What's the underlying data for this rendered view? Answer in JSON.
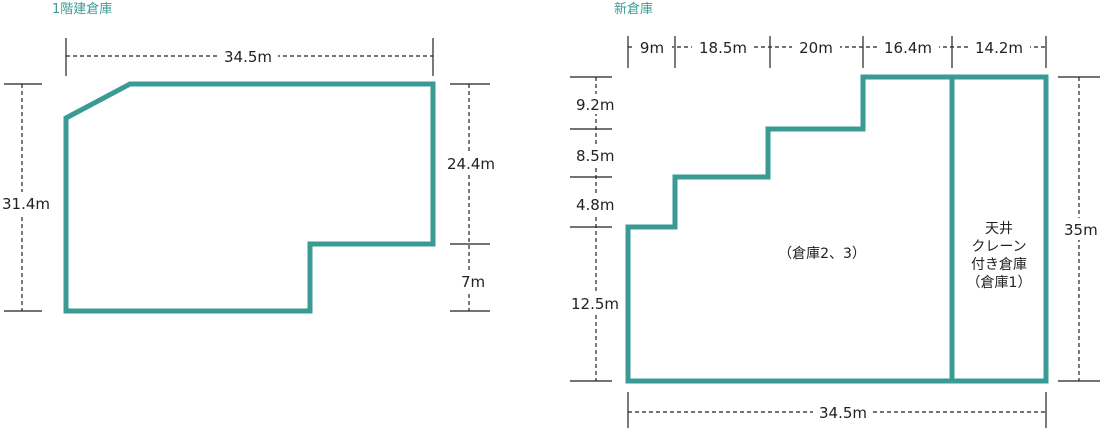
{
  "warehouse1": {
    "title": "1階建倉庫",
    "dims": {
      "width_top": "34.5m",
      "height_left": "31.4m",
      "right_upper": "24.4m",
      "right_lower": "7m"
    }
  },
  "warehouse2": {
    "title": "新倉庫",
    "dims": {
      "top_segments": [
        "9m",
        "18.5m",
        "20m",
        "16.4m",
        "14.2m"
      ],
      "left_segments": [
        "9.2m",
        "8.5m",
        "4.8m",
        "12.5m"
      ],
      "right_height": "35m",
      "bottom_width": "34.5m"
    },
    "rooms": {
      "main": "（倉庫2、3）",
      "crane": [
        "天井",
        "クレーン",
        "付き倉庫",
        "（倉庫1）"
      ]
    }
  },
  "colors": {
    "outline": "#3a9b94",
    "title": "#3a9b94",
    "dim_lines": "#222222"
  }
}
